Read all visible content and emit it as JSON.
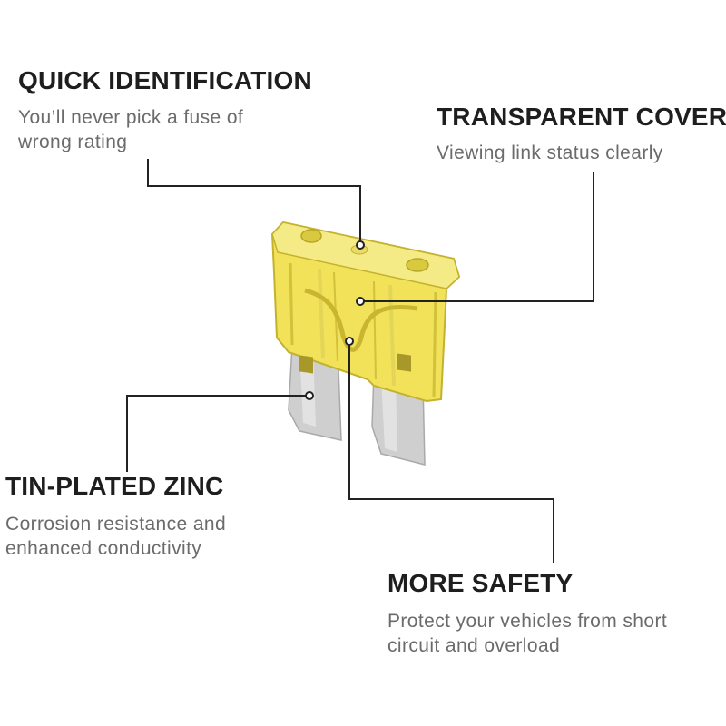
{
  "features": [
    {
      "title": "QUICK IDENTIFICATION",
      "desc_lines": [
        "You’ll never pick a fuse of",
        "wrong rating"
      ]
    },
    {
      "title": "TRANSPARENT COVER",
      "desc_lines": [
        "Viewing link status clearly"
      ]
    },
    {
      "title": "TIN-PLATED ZINC",
      "desc_lines": [
        "Corrosion resistance and",
        "enhanced conductivity"
      ]
    },
    {
      "title": "MORE SAFETY",
      "desc_lines": [
        "Protect your vehicles from short",
        "circuit and overload"
      ]
    }
  ],
  "colors": {
    "title": "#1e1e1e",
    "text": "#6b6b6b",
    "leader_line": "#222222",
    "fuse_body": "#f1e25a",
    "fuse_shadow": "#d8c63a",
    "terminal": "#c9c9c9"
  },
  "product": {
    "icon": "blade-fuse-image",
    "color_name": "yellow"
  }
}
